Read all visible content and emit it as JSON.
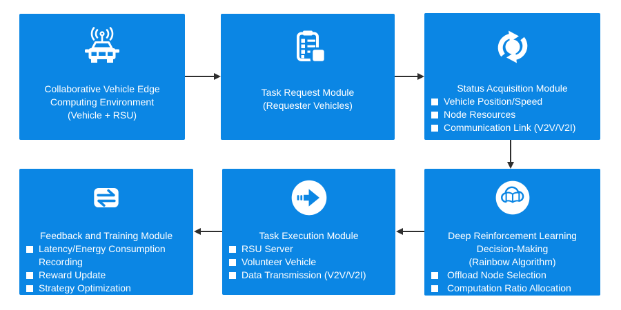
{
  "diagram": {
    "colors": {
      "box": "#0b86e4",
      "text": "#ffffff",
      "arrow": "#2e2e2e",
      "background": "#ffffff"
    },
    "boxes": [
      {
        "id": "environment",
        "icon": "car-antenna-icon",
        "lines": [
          "Collaborative Vehicle Edge",
          "Computing Environment",
          "(Vehicle + RSU)"
        ],
        "bullets": []
      },
      {
        "id": "task-request",
        "icon": "clipboard-checklist-icon",
        "lines": [
          "Task Request Module",
          "(Requester Vehicles)"
        ],
        "bullets": []
      },
      {
        "id": "status-acquisition",
        "icon": "sync-arrows-icon",
        "lines": [
          "Status Acquisition Module"
        ],
        "bullets": [
          "Vehicle Position/Speed",
          "Node Resources",
          "Communication Link (V2V/V2I)"
        ]
      },
      {
        "id": "feedback-training",
        "icon": "transfer-arrows-icon",
        "lines": [
          "Feedback and Training Module"
        ],
        "bullets": [
          "Latency/Energy Consumption Recording",
          "Reward Update",
          "Strategy Optimization"
        ]
      },
      {
        "id": "task-execution",
        "icon": "forward-arrow-icon",
        "lines": [
          "Task Execution Module"
        ],
        "bullets": [
          "RSU Server",
          "Volunteer Vehicle",
          "Data Transmission (V2V/V2I)"
        ]
      },
      {
        "id": "drl-decision",
        "icon": "cloud-book-icon",
        "lines": [
          "Deep Reinforcement Learning",
          "Decision-Making",
          "(Rainbow Algorithm)"
        ],
        "bullets": [
          "Offload Node Selection",
          "Computation Ratio Allocation"
        ]
      }
    ]
  }
}
